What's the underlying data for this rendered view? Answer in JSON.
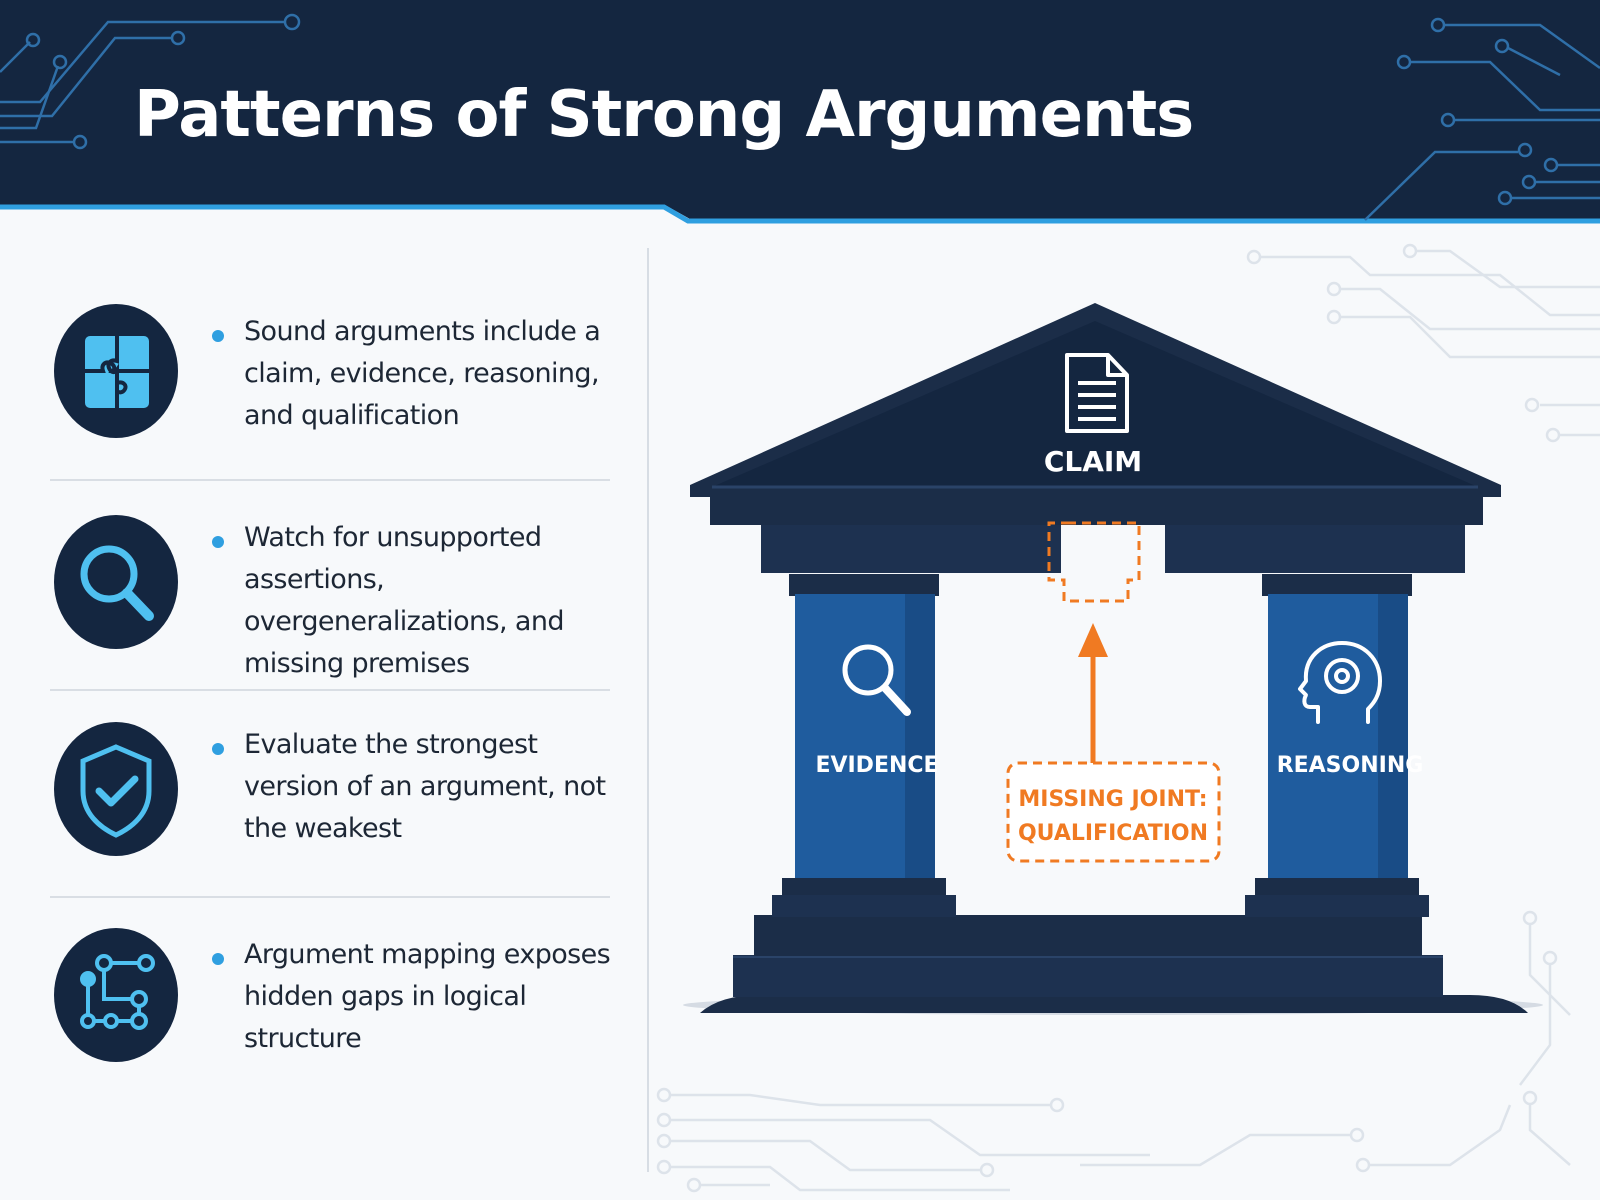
{
  "header": {
    "title": "Patterns of Strong Arguments"
  },
  "colors": {
    "navy": "#142640",
    "column_blue": "#1f5c9e",
    "accent_blue": "#2f9fe0",
    "warning_orange": "#f07a22",
    "icon_cyan": "#4fc0f0"
  },
  "points": [
    {
      "icon": "puzzle-icon",
      "text": "Sound arguments include a claim, evidence, reasoning, and qualification"
    },
    {
      "icon": "magnifier-icon",
      "text": "Watch for unsupported assertions, overgeneralizations, and missing premises"
    },
    {
      "icon": "shield-check-icon",
      "text": "Evaluate the strongest version of an argument, not the weakest"
    },
    {
      "icon": "network-map-icon",
      "text": "Argument mapping exposes hidden gaps in logical structure"
    }
  ],
  "diagram": {
    "roof_label": "CLAIM",
    "roof_icon": "document-icon",
    "left_pillar_label": "EVIDENCE",
    "left_pillar_icon": "magnifier-icon",
    "right_pillar_label": "REASONING",
    "right_pillar_icon": "head-gear-icon",
    "missing_label_line1": "MISSING JOINT:",
    "missing_label_line2": "QUALIFICATION"
  }
}
